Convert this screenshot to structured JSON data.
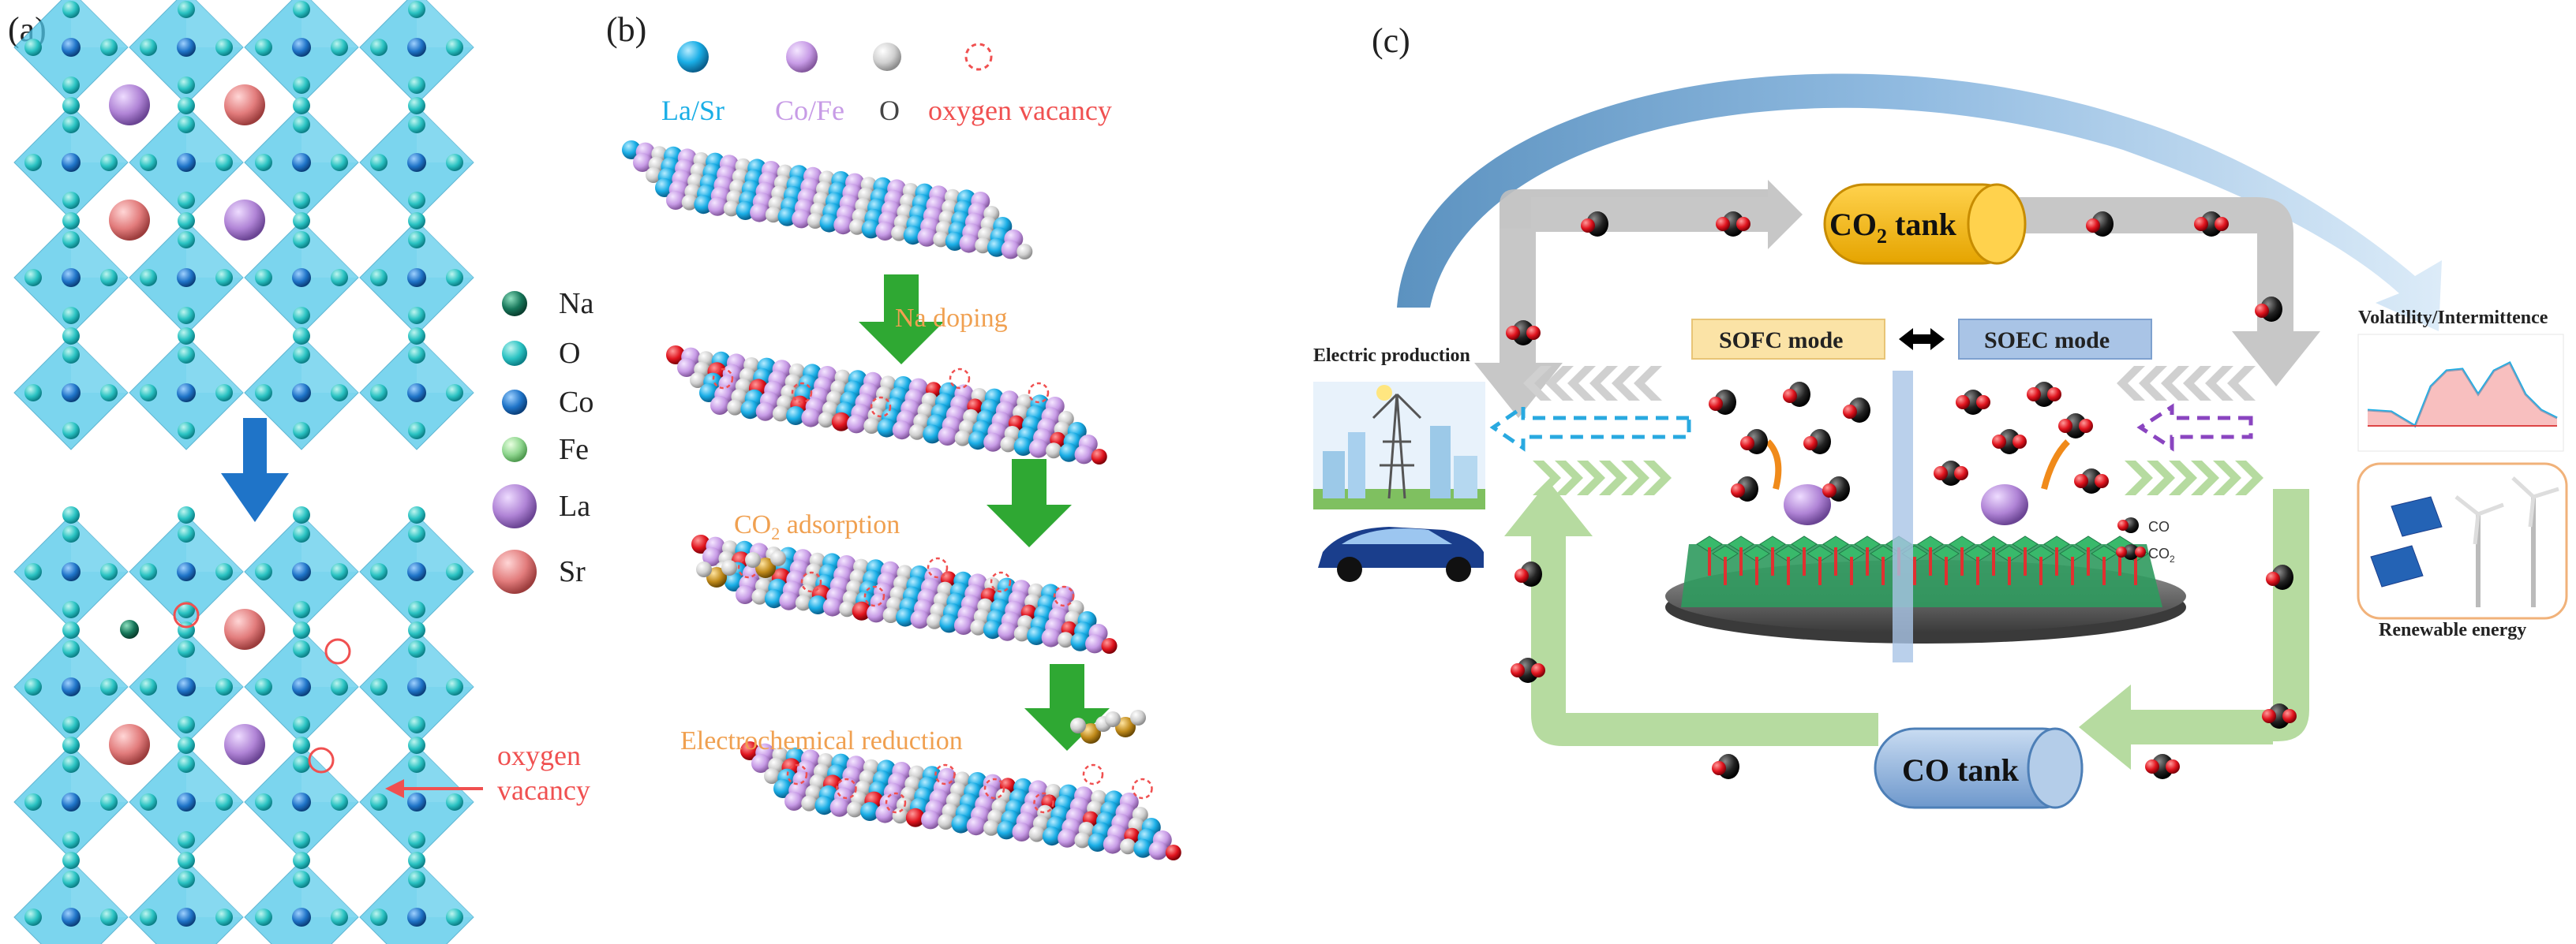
{
  "panels": {
    "a": {
      "label": "(a)",
      "legend": [
        {
          "name": "Na",
          "color": "#17775a"
        },
        {
          "name": "O",
          "color": "#2bc3c3"
        },
        {
          "name": "Co",
          "color": "#1f74c8"
        },
        {
          "name": "Fe",
          "color": "#8fd68f"
        },
        {
          "name": "La",
          "color": "#b084d6"
        },
        {
          "name": "Sr",
          "color": "#e27c7c"
        }
      ],
      "vacancy_label_line1": "oxygen",
      "vacancy_label_line2": "vacancy"
    },
    "b": {
      "label": "(b)",
      "legend": [
        {
          "name": "La/Sr",
          "color": "#1aaee6"
        },
        {
          "name": "Co/Fe",
          "color": "#c79be6"
        },
        {
          "name": "O",
          "color": "#bdbdbd"
        },
        {
          "name": "oxygen vacancy",
          "color": "#f05050"
        }
      ],
      "steps": [
        "Na doping",
        "CO",
        "2",
        " adsorption",
        "Electrochemical reduction"
      ]
    },
    "c": {
      "label": "(c)",
      "co2_tank_main": "CO",
      "co2_tank_sub": "2",
      "co2_tank_suffix": " tank",
      "co_tank": "CO tank",
      "sofc_mode": "SOFC mode",
      "soec_mode": "SOEC mode",
      "electric_production": "Electric production",
      "volatility": "Volatility/Intermittence",
      "renewable": "Renewable energy",
      "legend_co": "CO",
      "legend_co2": "CO",
      "legend_co2_sub": "2",
      "colors": {
        "co2_tank": "#f5b800",
        "co_tank": "#8fb4e0",
        "sofc": "#fbe3a6",
        "soec": "#a9c4e6",
        "gray_arrow": "#bfbfbf",
        "green_arrow": "#b6dba0",
        "blue_dash": "#29a9e0",
        "purple_dash": "#8a45c0"
      }
    }
  }
}
